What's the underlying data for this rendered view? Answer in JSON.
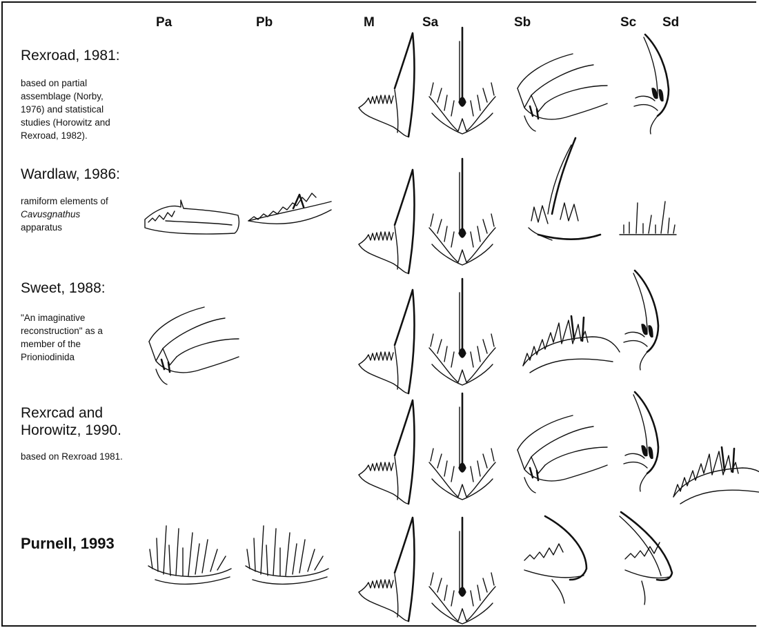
{
  "columns": [
    "Pa",
    "Pb",
    "M",
    "Sa",
    "Sb",
    "Sc",
    "Sd"
  ],
  "rows": [
    {
      "author": "Rexroad, 1981:",
      "note_lines": [
        "based on partial",
        "assemblage (Norby,",
        "1976) and statistical",
        "studies (Horowitz and",
        "Rexroad, 1982)."
      ]
    },
    {
      "author": "Wardlaw, 1986:",
      "note_lines": [
        "ramiform elements of",
        "Cavusgnathus",
        "apparatus"
      ]
    },
    {
      "author": "Sweet, 1988:",
      "note_lines": [
        "\"An imaginative",
        "reconstruction\" as a",
        "member of the",
        "Prioniodinida"
      ]
    },
    {
      "author_lines": [
        "Rexrcad and",
        "Horowitz, 1990."
      ],
      "note_lines": [
        "based on Rexroad 1981."
      ]
    },
    {
      "author": "Purnell, 1993",
      "note_lines": []
    }
  ]
}
